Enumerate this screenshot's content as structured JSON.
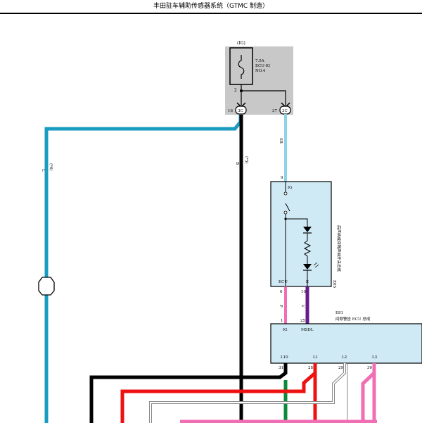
{
  "header": {
    "title": "丰田驻车辅助传感器系统（GTMC 制造）"
  },
  "fuse": {
    "ig_label": "(IG)",
    "rating": "7.5A",
    "name": "ECU-IG",
    "number": "NO.4",
    "pin": "2"
  },
  "connectors": {
    "left_pin": "16",
    "left_conn": "3C",
    "right_pin": "37",
    "right_conn": "3C"
  },
  "wires": {
    "left_color": "L",
    "left_spec": "(*6)",
    "center_color": "B",
    "center_spec": "(*5)",
    "sb_color": "SB",
    "p_color": "P",
    "v_color": "V"
  },
  "switch_unit": {
    "id": "E65",
    "desc": "后声纳或间隔声纳开关总成",
    "pin_top": "9",
    "ig_label": "IG",
    "ecu_label": "ECU",
    "e_label": "E",
    "pin_ecu": "6",
    "pin_e": "10"
  },
  "ecu_unit": {
    "id": "E81",
    "desc": "间隙警告 ECU 总成",
    "pin_ig": "1",
    "pin_msdl": "25",
    "ig_label": "IG",
    "msdl_label": "MSDL",
    "l10": "L10",
    "l1": "L1",
    "l2": "L2",
    "l3": "L3",
    "p31": "31",
    "p28": "28",
    "p29": "29",
    "p30": "30"
  },
  "colors": {
    "blue": "#1a9bc0",
    "light_blue": "#8fd3e6",
    "pink": "#f06eb4",
    "purple": "#6a1b8a",
    "red": "#ee1111",
    "green": "#0a8a3a",
    "box_fill": "#cfeaf4",
    "fuse_fill": "#c8c8c8"
  }
}
